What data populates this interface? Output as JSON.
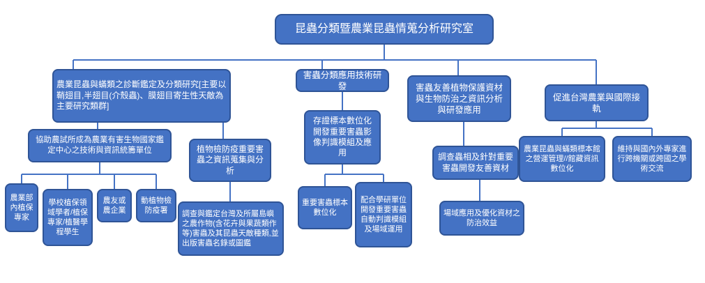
{
  "colors": {
    "box_fill": "#4472C4",
    "box_border": "#2F5496",
    "box_text": "#FFFFFF",
    "connector": "#4472C4",
    "background": "#FFFFFF"
  },
  "nodes": {
    "root": {
      "label": "昆蟲分類暨農業昆蟲情蒐分析研究室"
    },
    "b1": {
      "label": "農業昆蟲與蟎類之診斷鑑定及分類研究[主要以鞘翅目,半翅目(介殼蟲)、膜翅目寄生性天敵為主要研究類群]"
    },
    "b2": {
      "label": "害蟲分類應用技術研發"
    },
    "b3": {
      "label": "害蟲友善植物保護資材與生物防治之資訊分析與研發應用"
    },
    "b4": {
      "label": "促進台灣農業與國際接軌"
    },
    "b1c1": {
      "label": "協助農試所成為農業有害生物國家鑑定中心之技術與資訊統籌單位"
    },
    "b1c2": {
      "label": "植物檢防疫重要害蟲之資訊蒐集與分析"
    },
    "b1c1g1": {
      "label": "農業部內植保專家"
    },
    "b1c1g2": {
      "label": "學校植保領域學者/植保專家/植醫學程學生"
    },
    "b1c1g3": {
      "label": "農友或農企業"
    },
    "b1c1g4": {
      "label": "動植物檢防疫署"
    },
    "b1c2g1": {
      "label": "調查與鑑定台灣及所屬島嶼之農作物(含花卉與果蔬類作等)害蟲及其昆蟲天敵種類,並出版害蟲名錄或圖鑑"
    },
    "b2c1": {
      "label": "存證標本數位化開發重要害蟲影像判識模組及應用"
    },
    "b2c1g1": {
      "label": "重要害蟲標本數位化"
    },
    "b2c1g2": {
      "label": "配合學研單位開發重要害蟲自動判識模組及場域運用"
    },
    "b3c1": {
      "label": "調查蟲相及針對重要害蟲開發友善資材"
    },
    "b3c1g1": {
      "label": "場域應用及優化資材之防治效益"
    },
    "b4c1": {
      "label": "農業昆蟲與蟎類標本館之營運管理//館藏資訊數位化"
    },
    "b4c2": {
      "label": "維持與國內外專家進行跨機關或跨國之學術交流"
    }
  },
  "hierarchy": {
    "root": [
      "b1",
      "b2",
      "b3",
      "b4"
    ],
    "b1": [
      "b1c1",
      "b1c2"
    ],
    "b1c1": [
      "b1c1g1",
      "b1c1g2",
      "b1c1g3",
      "b1c1g4"
    ],
    "b1c2": [
      "b1c2g1"
    ],
    "b2": [
      "b2c1"
    ],
    "b2c1": [
      "b2c1g1",
      "b2c1g2"
    ],
    "b3": [
      "b3c1"
    ],
    "b3c1": [
      "b3c1g1"
    ],
    "b4": [
      "b4c1",
      "b4c2"
    ]
  }
}
